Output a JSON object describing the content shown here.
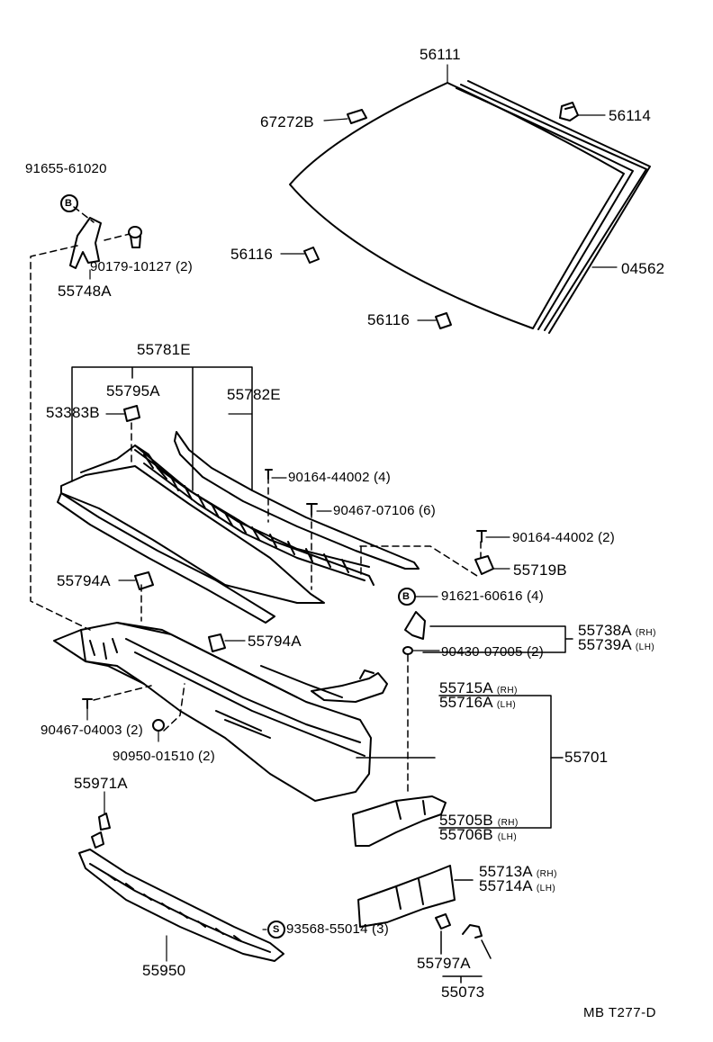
{
  "drawing_code": "MB T277-D",
  "parts": {
    "windshield_glass": "56111",
    "stopper": "67272B",
    "clip_top_right": "56114",
    "spacer_left": "56116",
    "spacer_lower": "56116",
    "dam_molding": "04562",
    "bolt_top": "91655-61020",
    "nut_top": "90179-10127 (2)",
    "bracket_top": "55748A",
    "louver_assy": "55781E",
    "cushion": "55795A",
    "louver_left": "53383B",
    "louver_right": "55782E",
    "screw_1": "90164-44002 (4)",
    "clip_1": "90467-07106 (6)",
    "screw_2": "90164-44002 (2)",
    "clip_2": "55719B",
    "cushion_left": "55794A",
    "cushion_right": "55794A",
    "bolt_b": "91621-60616 (4)",
    "bracket_rh": "55738A",
    "bracket_lh": "55739A",
    "nut_small": "90430-07005 (2)",
    "clip_lower": "90467-04003 (2)",
    "grommet": "90950-01510 (2)",
    "brace_rh": "55715A",
    "brace_lh": "55716A",
    "cowl_panel": "55701",
    "side_rh": "55705B",
    "side_lh": "55706B",
    "hinge_clip": "55971A",
    "screw_s": "93568-55014 (3)",
    "cowl_seal": "55950",
    "bracket2_rh": "55713A",
    "bracket2_lh": "55714A",
    "cap": "55797A",
    "cap_set": "55073"
  },
  "side_marks": {
    "rh": "(RH)",
    "lh": "(LH)"
  },
  "symbols": {
    "b": "B",
    "s": "S"
  }
}
